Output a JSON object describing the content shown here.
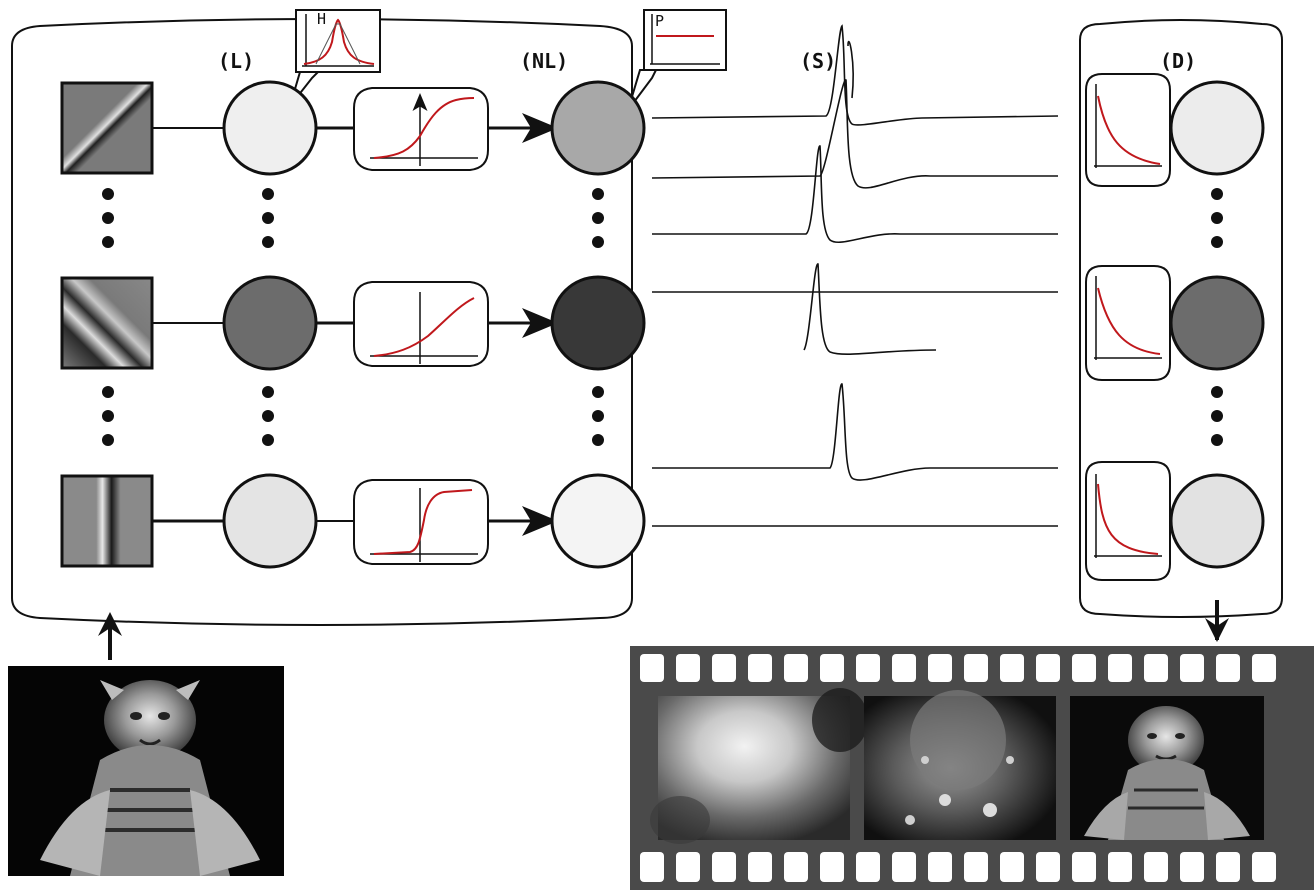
{
  "labels": {
    "linear": "(L)",
    "nonlinear": "(NL)",
    "spikes": "(S)",
    "decoder": "(D)"
  },
  "callouts": {
    "histogram_letter": "H",
    "probability_letter": "P"
  },
  "rows": [
    {
      "filter": "diagonal-edge",
      "linear_shade": "#efefef",
      "nl_shade": "#a8a8a8",
      "decoder_shade": "#ececec"
    },
    {
      "filter": "oblique-grating",
      "linear_shade": "#6c6c6c",
      "nl_shade": "#383838",
      "decoder_shade": "#6c6c6c"
    },
    {
      "filter": "vertical-edge",
      "linear_shade": "#e4e4e4",
      "nl_shade": "#f4f4f4",
      "decoder_shade": "#e2e2e2"
    }
  ],
  "colors": {
    "curve": "#c0181c",
    "film": "#4a4a4a",
    "stroke": "#111111"
  },
  "images": {
    "input": "tiger-photo",
    "reconstructions": [
      "blurred-reconstruction",
      "partial-reconstruction",
      "detailed-reconstruction"
    ]
  }
}
